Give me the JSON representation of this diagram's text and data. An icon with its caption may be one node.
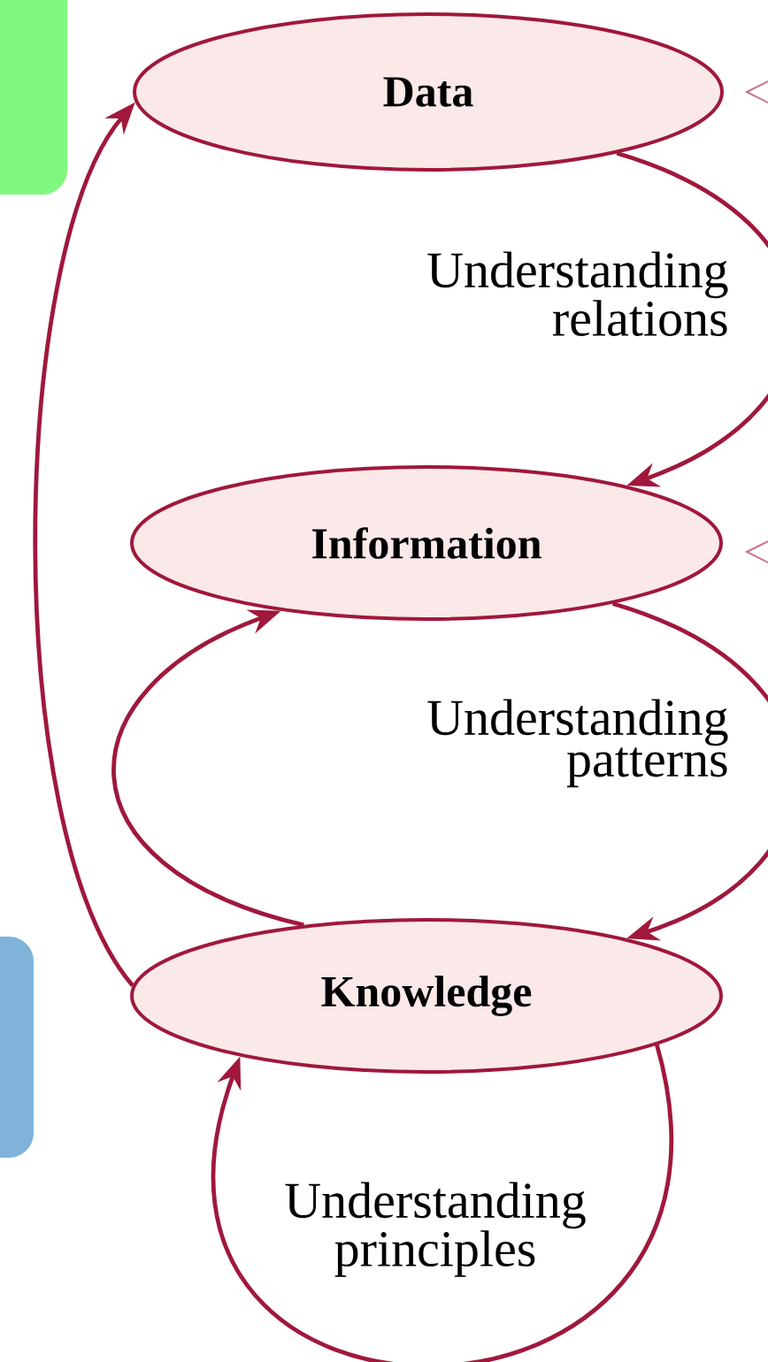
{
  "diagram": {
    "nodes": [
      {
        "text": [],
        "shape": "box"
      },
      {
        "text": [
          "Data"
        ]
      },
      {
        "text": [
          "Information"
        ]
      },
      {
        "text": [],
        "shape": "box"
      },
      {
        "text": [
          "Knowledge"
        ]
      }
    ],
    "edges": [
      {
        "from": 1,
        "to": 2,
        "arrow": "to"
      },
      {
        "from": 2,
        "to": 4,
        "arrow": "to"
      },
      {
        "from": 4,
        "to": 2,
        "arrow": "to"
      },
      {
        "from": 4,
        "to": 1,
        "arrow": "to"
      },
      {
        "from": 4,
        "to": 4,
        "arrow": "to"
      }
    ],
    "labels": [
      "Understanding relations",
      "Understanding patterns",
      "Understanding principles"
    ]
  }
}
